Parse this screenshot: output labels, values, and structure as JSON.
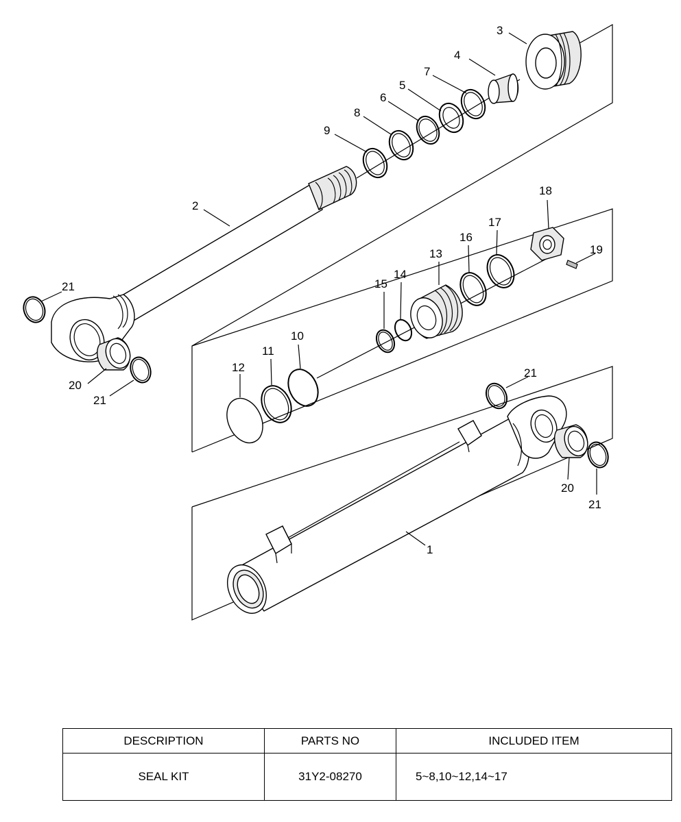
{
  "callouts": {
    "c1": "1",
    "c2": "2",
    "c3": "3",
    "c4": "4",
    "c5": "5",
    "c6": "6",
    "c7": "7",
    "c8": "8",
    "c9": "9",
    "c10": "10",
    "c11": "11",
    "c12": "12",
    "c13": "13",
    "c14": "14",
    "c15": "15",
    "c16": "16",
    "c17": "17",
    "c18": "18",
    "c19": "19",
    "c20a": "20",
    "c20b": "20",
    "c21a": "21",
    "c21b": "21",
    "c21c": "21",
    "c21d": "21"
  },
  "table": {
    "headers": [
      "DESCRIPTION",
      "PARTS NO",
      "INCLUDED ITEM"
    ],
    "rows": [
      [
        "SEAL KIT",
        "31Y2-08270",
        "5~8,10~12,14~17"
      ]
    ]
  }
}
